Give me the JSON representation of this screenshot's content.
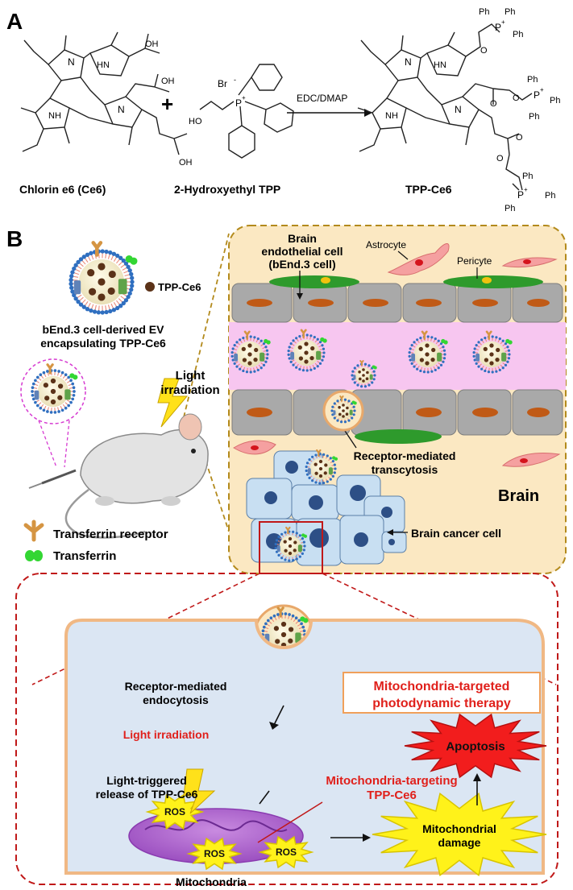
{
  "panel_a": {
    "label": "A",
    "reactant1": "Chlorin e6 (Ce6)",
    "reactant2": "2-Hydroxyethyl TPP",
    "product": "TPP-Ce6",
    "plus": "+",
    "reagent": "EDC/DMAP",
    "atoms": {
      "N": "N",
      "NH": "NH",
      "HN": "HN",
      "OH": "OH",
      "HO": "HO",
      "O": "O",
      "Br": "Br",
      "Br_charge": "-",
      "P": "P",
      "P_charge": "+",
      "Ph": "Ph"
    }
  },
  "panel_b": {
    "label": "B",
    "legend_tppce6": "TPP-Ce6",
    "ev_caption_1": "bEnd.3 cell-derived EV",
    "ev_caption_2": "encapsulating TPP-Ce6",
    "light_1": "Light",
    "light_2": "irradiation",
    "legend_receptor": "Transferrin receptor",
    "legend_transferrin": "Transferrin",
    "brain_endo_1": "Brain",
    "brain_endo_2": "endothelial cell",
    "brain_endo_3": "(bEnd.3 cell)",
    "astrocyte": "Astrocyte",
    "pericyte": "Pericyte",
    "rmt_1": "Receptor-mediated",
    "rmt_2": "transcytosis",
    "brain": "Brain",
    "cancer_cell": "Brain cancer cell",
    "rme_1": "Receptor-mediated",
    "rme_2": "endocytosis",
    "pdt_1": "Mitochondria-targeted",
    "pdt_2": "photodynamic therapy",
    "light_irr": "Light irradiation",
    "release_1": "Light-triggered",
    "release_2": "release of TPP-Ce6",
    "mito_target_1": "Mitochondria-targeting",
    "mito_target_2": "TPP-Ce6",
    "apoptosis": "Apoptosis",
    "mito_damage_1": "Mitochondrial",
    "mito_damage_2": "damage",
    "ros": "ROS",
    "mitochondria": "Mitochondria"
  },
  "colors": {
    "brain_bg": "#fbe8c2",
    "vessel": "#f7c6f0",
    "endothelial": "#a9a9a9",
    "cancer_cell": "#c8dff2",
    "nucleus": "#2d4f86",
    "cell_membrane": "#f0b884",
    "red_text": "#e0201b",
    "apoptosis": "#f21d1d",
    "burst_yellow": "#fff21a",
    "mitochondria": "#b06ad0"
  }
}
